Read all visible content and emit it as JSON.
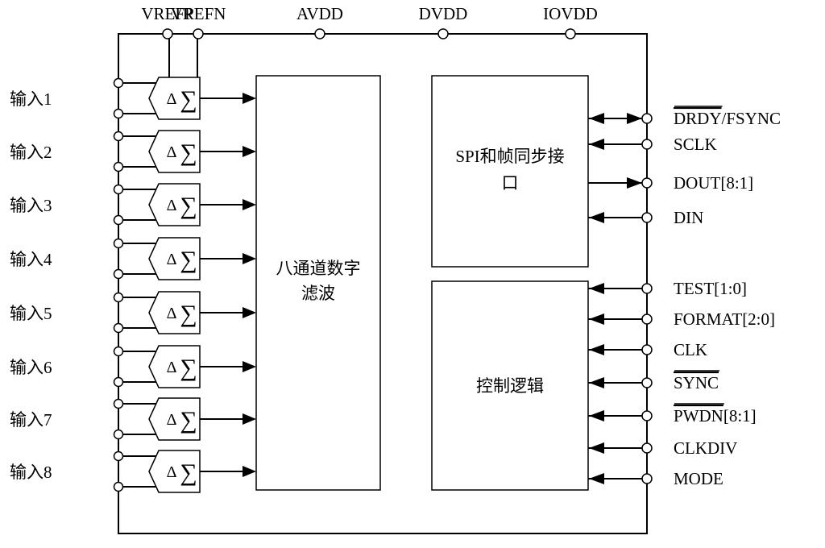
{
  "top_pins": [
    "VREFP",
    "VREFN",
    "AVDD",
    "DVDD",
    "IOVDD"
  ],
  "inputs": [
    "输入1",
    "输入2",
    "输入3",
    "输入4",
    "输入5",
    "输入6",
    "输入7",
    "输入8"
  ],
  "modulator": {
    "delta": "Δ",
    "sigma": "∑"
  },
  "filter_block": {
    "line1": "八通道数字",
    "line2": "滤波"
  },
  "spi_block": {
    "line1": "SPI和帧同步接",
    "line2": "口"
  },
  "control_block": {
    "label": "控制逻辑"
  },
  "right_pins": [
    {
      "label": "DRDY/FSYNC",
      "overline": "DRDY",
      "rest": "/FSYNC",
      "direction": "bidirectional"
    },
    {
      "label": "SCLK",
      "overline": "",
      "rest": "SCLK",
      "direction": "in"
    },
    {
      "label": "DOUT[8:1]",
      "overline": "",
      "rest": "DOUT[8:1]",
      "direction": "out"
    },
    {
      "label": "DIN",
      "overline": "",
      "rest": "DIN",
      "direction": "in"
    },
    {
      "label": "TEST[1:0]",
      "overline": "",
      "rest": "TEST[1:0]",
      "direction": "in"
    },
    {
      "label": "FORMAT[2:0]",
      "overline": "",
      "rest": "FORMAT[2:0]",
      "direction": "in"
    },
    {
      "label": "CLK",
      "overline": "",
      "rest": "CLK",
      "direction": "in"
    },
    {
      "label": "SYNC",
      "overline": "SYNC",
      "rest": "",
      "direction": "in"
    },
    {
      "label": "PWDN[8:1]",
      "overline": "PWDN",
      "rest": "[8:1]",
      "direction": "in"
    },
    {
      "label": "CLKDIV",
      "overline": "",
      "rest": "CLKDIV",
      "direction": "in"
    },
    {
      "label": "MODE",
      "overline": "",
      "rest": "MODE",
      "direction": "in"
    }
  ]
}
